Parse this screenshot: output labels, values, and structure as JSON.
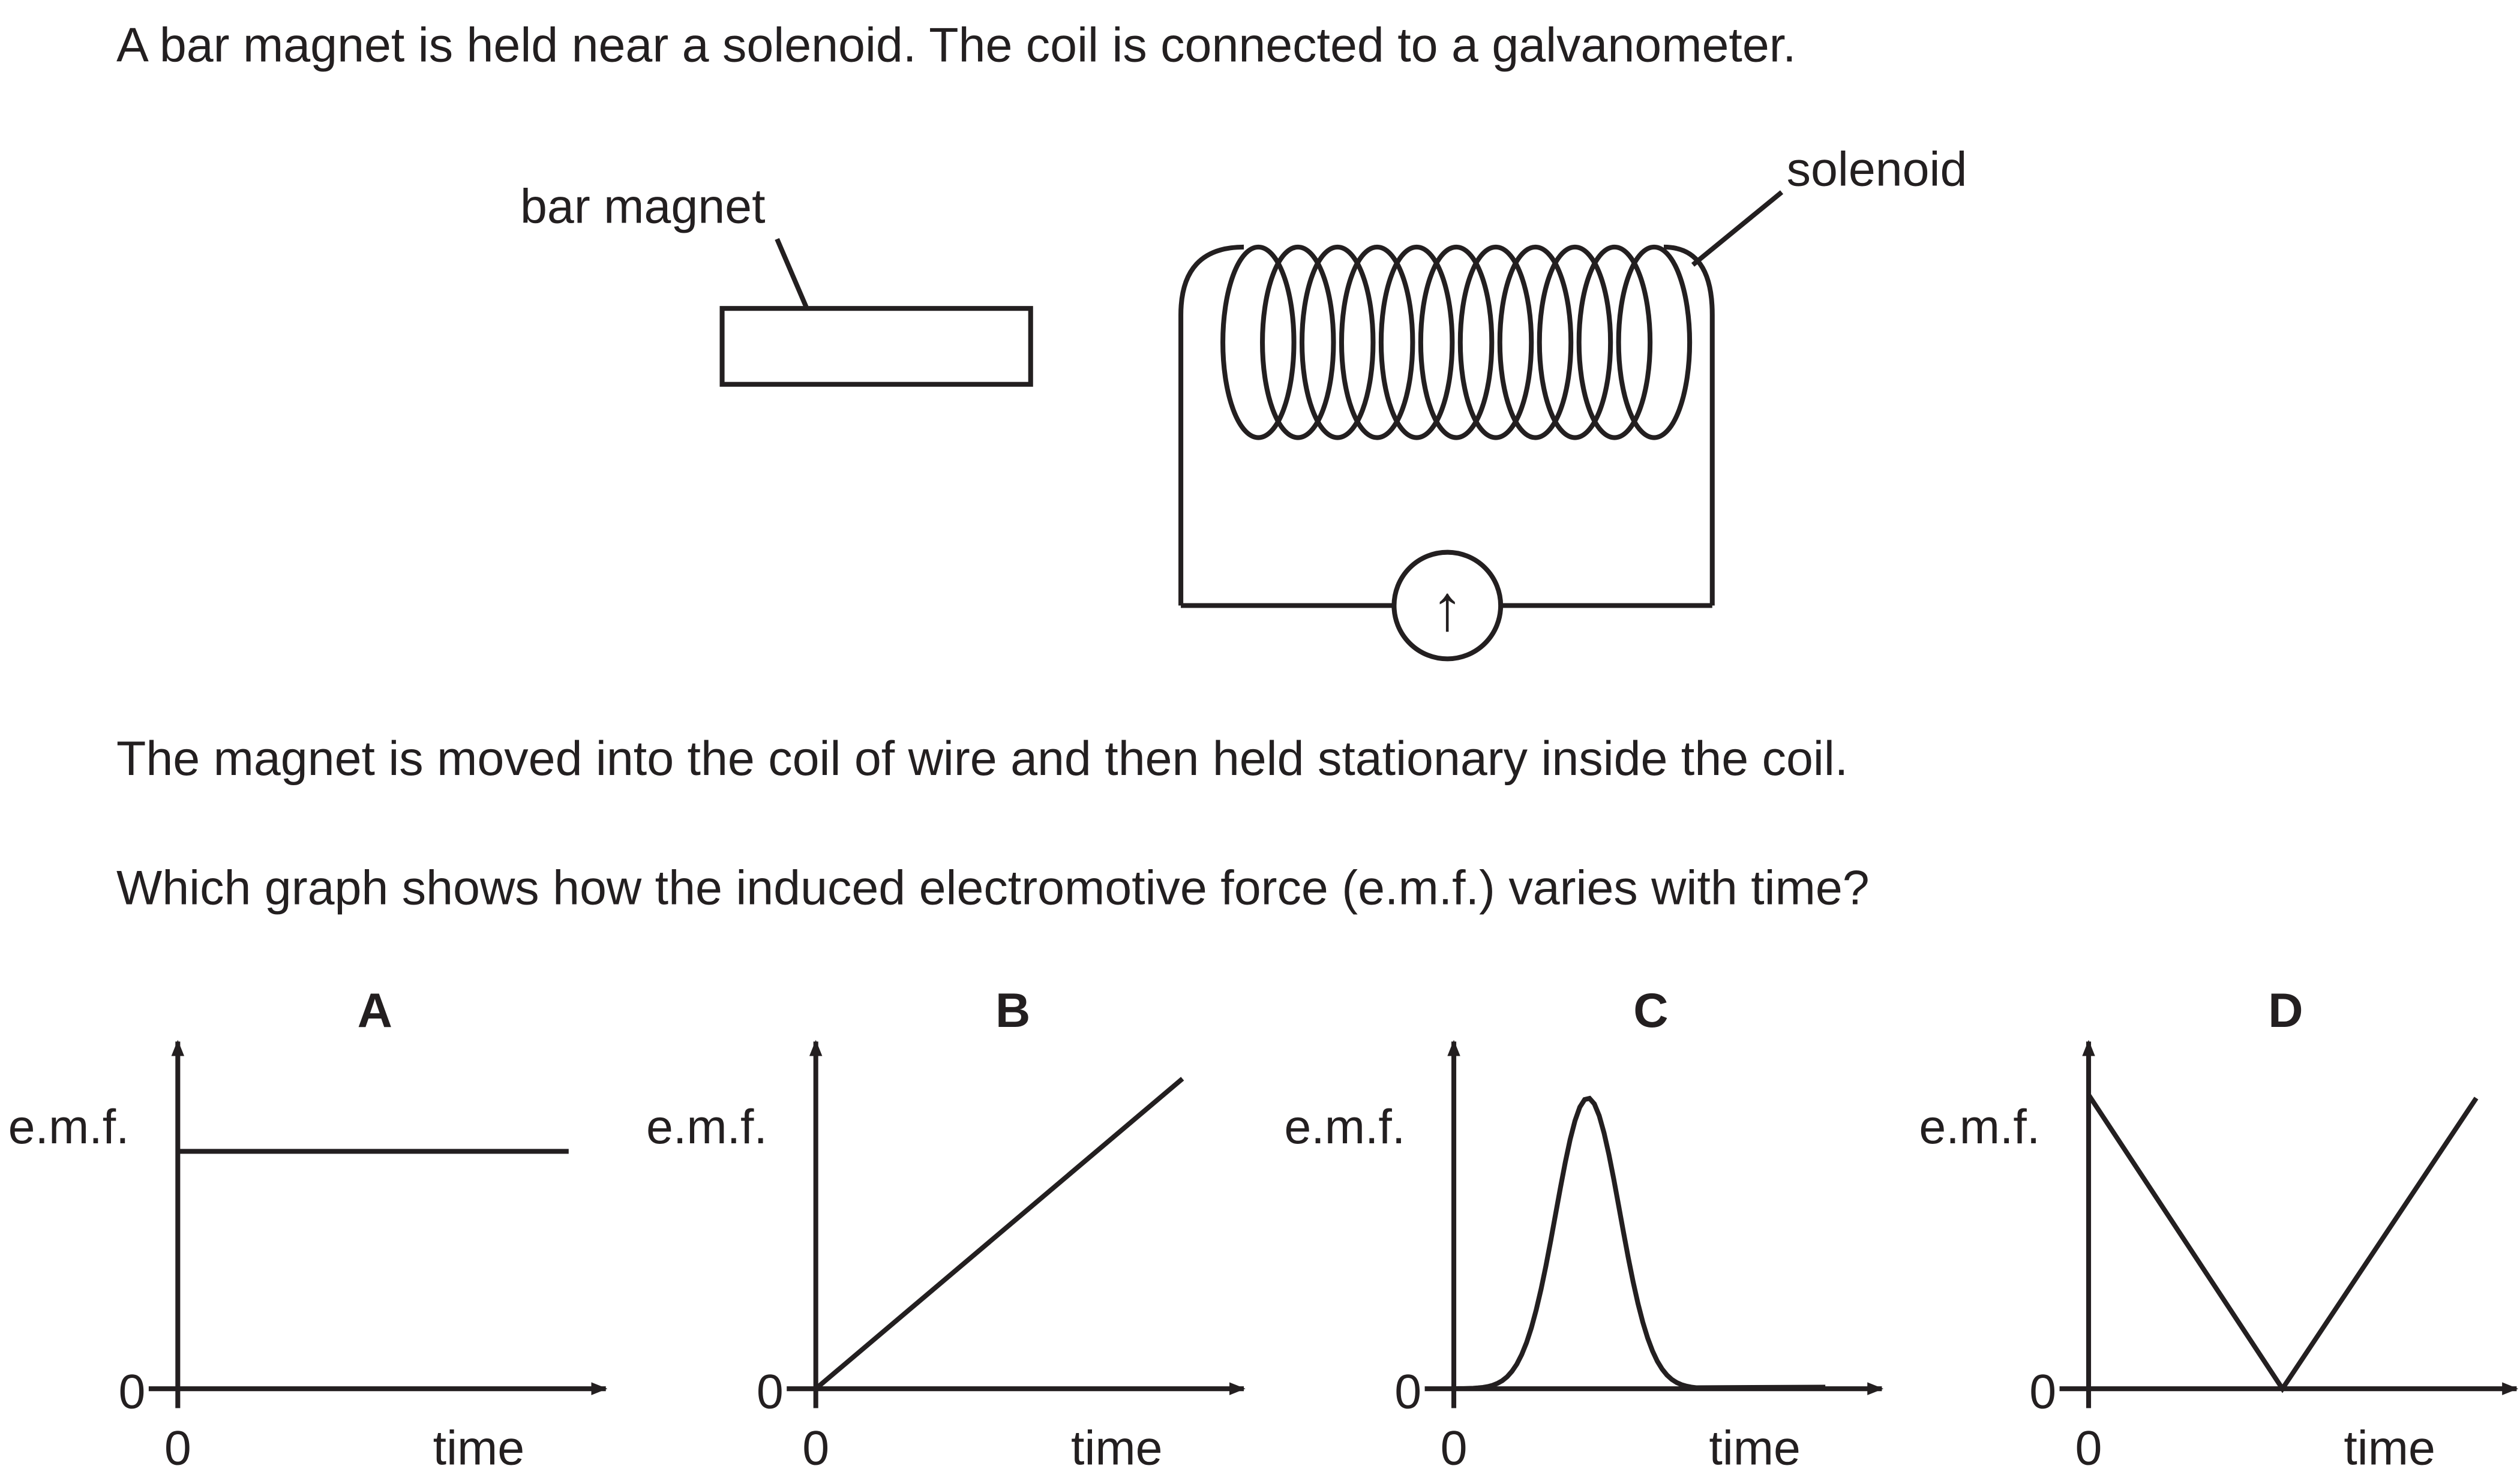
{
  "question": {
    "intro": "A bar magnet is held near a solenoid. The coil is connected to a galvanometer.",
    "statement": "The magnet is moved into the coil of wire and then held stationary inside the coil.",
    "prompt": "Which graph shows how the induced electromotive force (e.m.f.) varies with time?"
  },
  "diagram": {
    "magnet_label": "bar magnet",
    "solenoid_label": "solenoid",
    "galvanometer_symbol": "↑"
  },
  "graphs": [
    {
      "letter": "A",
      "ylabel": "e.m.f.",
      "xlabel": "time",
      "y_zero": "0",
      "x_zero": "0"
    },
    {
      "letter": "B",
      "ylabel": "e.m.f.",
      "xlabel": "time",
      "y_zero": "0",
      "x_zero": "0"
    },
    {
      "letter": "C",
      "ylabel": "e.m.f.",
      "xlabel": "time",
      "y_zero": "0",
      "x_zero": "0"
    },
    {
      "letter": "D",
      "ylabel": "e.m.f.",
      "xlabel": "time",
      "y_zero": "0",
      "x_zero": "0"
    }
  ]
}
